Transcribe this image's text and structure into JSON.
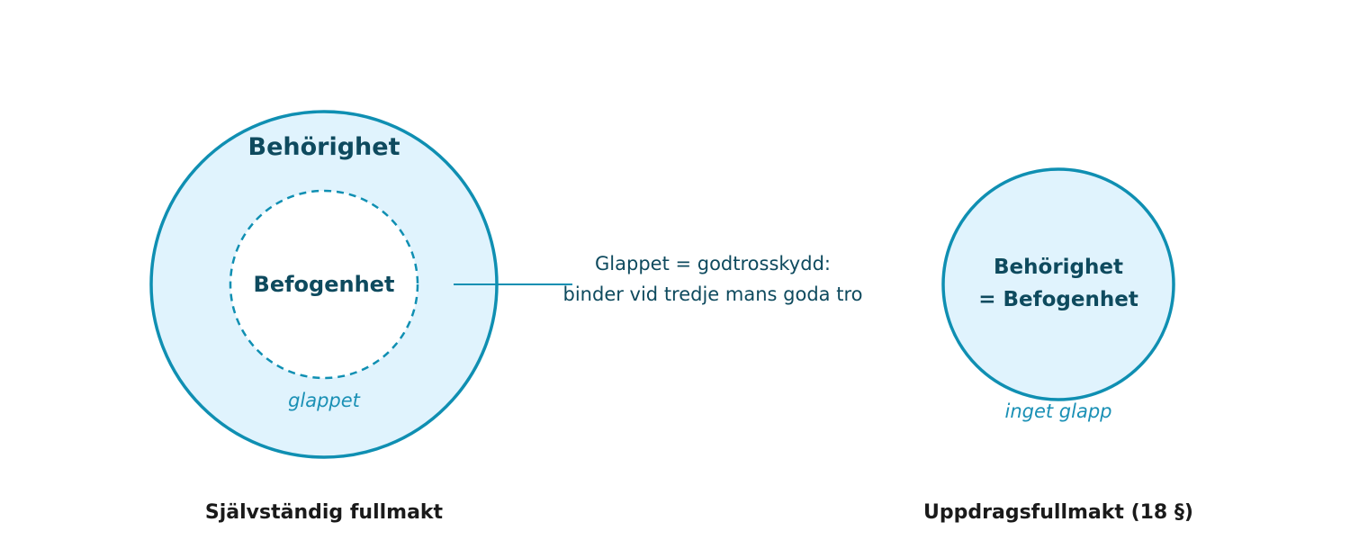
{
  "colors": {
    "stroke": "#0f8fb2",
    "fill": "#e0f3fd",
    "inner_fill": "#ffffff",
    "label_dark": "#0e4a5e",
    "accent_text": "#1a90b5",
    "caption": "#1a1a1a"
  },
  "left": {
    "outer_label": "Behörighet",
    "inner_label": "Befogenhet",
    "gap_label": "glappet",
    "caption": "Självständig fullmakt"
  },
  "callout": {
    "line1": "Glappet = godtrosskydd:",
    "line2": "binder vid tredje mans goda tro"
  },
  "right": {
    "label_line1": "Behörighet",
    "label_line2": "= Befogenhet",
    "gap_label": "inget glapp",
    "caption": "Uppdragsfullmakt (18 §)"
  }
}
